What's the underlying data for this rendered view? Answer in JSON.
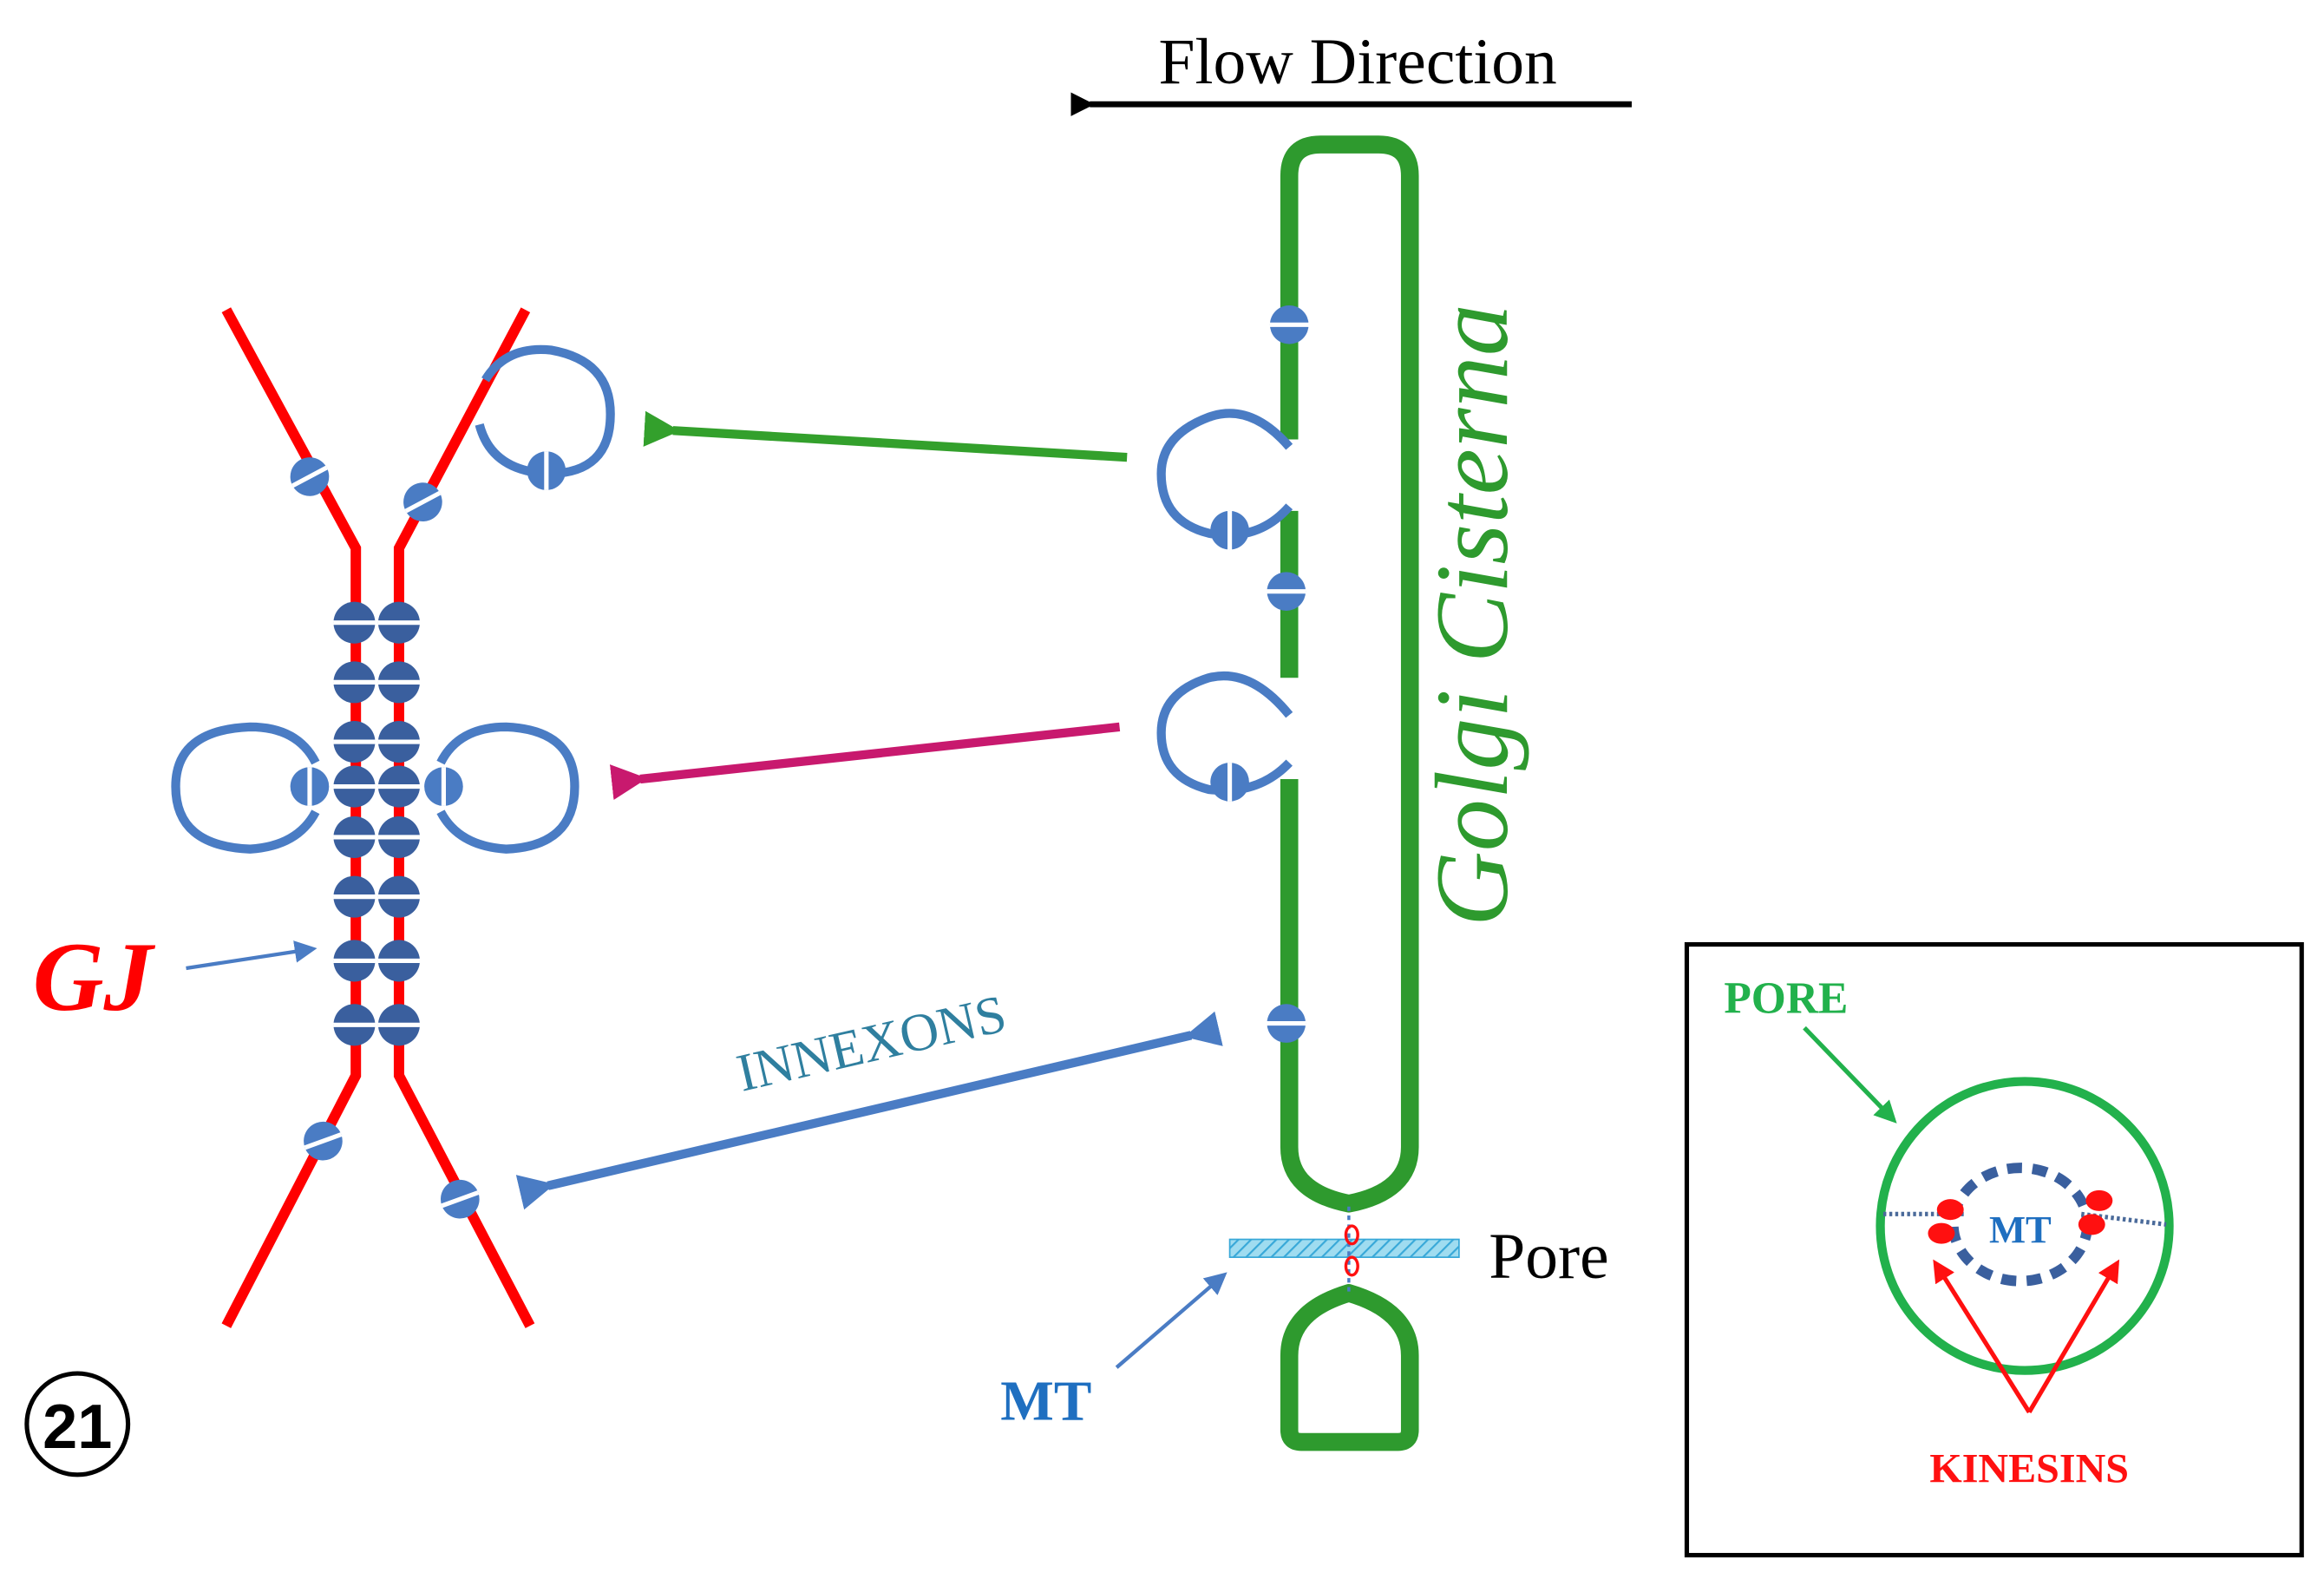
{
  "figure_number": "21",
  "labels": {
    "flow_direction": "Flow Direction",
    "golgi_cisterna": "Golgi Cisterna",
    "gj": "GJ",
    "innexons": "INNEXONS",
    "mt": "MT",
    "pore": "Pore"
  },
  "inset": {
    "pore": "PORE",
    "mt": "MT",
    "kinesins": "KINESINS"
  },
  "colors": {
    "membrane_red": "#ff0000",
    "innexon_blue": "#4a7cc4",
    "innexon_dark": "#3a5f9e",
    "golgi_green": "#2e9a2e",
    "arrow_green": "#33a02c",
    "arrow_magenta": "#c8196e",
    "innexons_text": "#2f7f9f",
    "mt_blue": "#1f6fc0",
    "pore_green": "#22b14c",
    "kinesin_red": "#ff1010",
    "black": "#000000"
  }
}
